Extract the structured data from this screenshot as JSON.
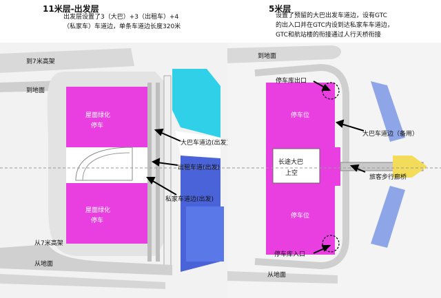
{
  "left": {
    "title": "11米层-出发层",
    "desc_line1": "出发层设置了3（大巴）+3（出租车）+4",
    "desc_line2": "（私家车）车道边，单条车道边长度320米",
    "to_7m_viaduct": "到7米高架",
    "to_ground": "到地面",
    "roof_green_top": [
      "屋面绿化",
      "停车"
    ],
    "roof_green_bottom": [
      "屋面绿化",
      "停车"
    ],
    "bus_lane": "大巴车道边(出发)",
    "taxi_lane": "出租车道(出发)",
    "private_lane": "私家车道边(出发)",
    "from_7m_viaduct": "从7米高架",
    "from_ground": "从地面"
  },
  "right": {
    "title": "5米层",
    "desc_line1": "设置了预留的大巴出发车道边，设有GTC",
    "desc_line2": "的出入口并在GTC内设到达私家车车道边，",
    "desc_line3": "GTC和航站楼的衔接通过人行天桥衔接",
    "to_ground": "到地面",
    "garage_exit": "停车库出口",
    "parking_top": "停车位",
    "bus_lane_reserve": "大巴车道边（备用）",
    "long_bus": [
      "长途大巴",
      "上空"
    ],
    "footbridge": "旅客步行廊桥",
    "parking_bottom": "停车位",
    "garage_entrance": "停车库入口",
    "from_ground": "从地面"
  },
  "colors": {
    "magenta": "#e93fe0",
    "cyan": "#2fd0e8",
    "blue": "#4a63d8",
    "road": "#d9d9d9",
    "yellow": "#f3dc5a"
  }
}
